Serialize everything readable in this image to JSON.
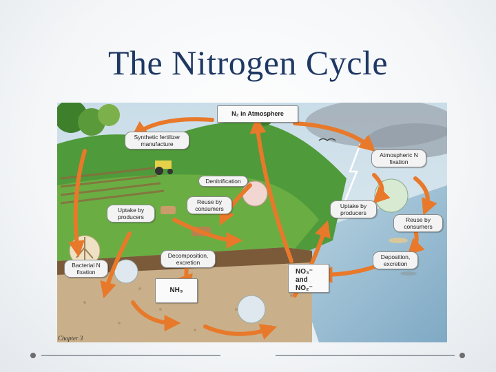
{
  "slide": {
    "title": "The Nitrogen Cycle"
  },
  "diagram": {
    "labels": {
      "n2_atmosphere": "N₂ in Atmosphere",
      "synthetic_fertilizer": "Synthetic fertilizer manufacture",
      "atmospheric_fixation": "Atmospheric N fixation",
      "denitrification": "Denitrification",
      "reuse_consumers_land": "Reuse by consumers",
      "uptake_producers_land": "Uptake by producers",
      "uptake_producers_water": "Uptake by producers",
      "reuse_consumers_water": "Reuse by consumers",
      "decomposition_excretion": "Decomposition, excretion",
      "bacterial_fixation": "Bacterial N fixation",
      "deposition_excretion": "Deposition, excretion",
      "nh3": "NH₃",
      "no3_no2_line1": "NO₃⁻",
      "no3_no2_line2": "and NO₂⁻"
    },
    "caption": "Chapter 3"
  },
  "colors": {
    "title": "#1f3864",
    "arrow": "#e8792a",
    "grass": "#4f9a3a",
    "water": "#9cc3d8"
  }
}
